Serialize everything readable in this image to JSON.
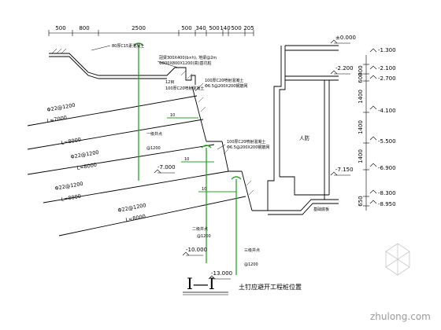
{
  "top_dimensions": [
    "500",
    "800",
    "2500",
    "500",
    "340",
    "500",
    "140",
    "500",
    "205"
  ],
  "right_elevations": [
    "-1.300",
    "-2.100",
    "-2.700",
    "-4.100",
    "-5.500",
    "-6.900",
    "-8.300",
    "-8.950"
  ],
  "right_spacings": [
    "800",
    "600",
    "1400",
    "1400",
    "1400",
    "650"
  ],
  "section_levels": {
    "lv1": "±0.000",
    "lv2": "-2.200",
    "lv3": "-7.150",
    "lv4": "-7.000",
    "lv5": "-10.000",
    "lv6": "-13.000"
  },
  "nails": [
    {
      "dia": "Φ22@1200",
      "len": "L=7000"
    },
    {
      "dia": "",
      "len": "L=8000"
    },
    {
      "dia": "Φ22@1200",
      "len": "L=8000"
    },
    {
      "dia": "Φ22@1200",
      "len": "L=8000"
    },
    {
      "dia": "Φ22@1200",
      "len": "L=8000"
    }
  ],
  "annotations": {
    "surface_concrete": "80厚C15素混凝土",
    "cap_beam_1": "冠梁300X400(b×h), 地梁@2m",
    "cap_beam_2": "Φ800X800X1200(高)基坑桩",
    "cap_beam_3": "12目",
    "cap_beam_4": "100厚C20喷射混凝土",
    "mesh_1": "100厚C20喷射混凝土",
    "mesh_2": "Φ6.5@200X200钢筋网",
    "mesh_3": "100厚C20喷射混凝土",
    "mesh_4": "Φ6.5@200X200钢筋网",
    "pile_1": "一级井点",
    "pile_1_spacing": "@1200",
    "pile_2": "二级井点",
    "pile_2_spacing": "@1200",
    "pile_3": "三级井点",
    "pile_3_spacing": "@1200",
    "bench_10a": "10",
    "bench_10b": "10",
    "bench_10c": "10",
    "room": "人防",
    "floor": "基础底板"
  },
  "section_title": "I—I",
  "caption": "土钉应避开工程桩位置",
  "watermark": "zhulong.com",
  "colors": {
    "line": "#000000",
    "pile": "#2aa02a",
    "background": "#ffffff"
  }
}
